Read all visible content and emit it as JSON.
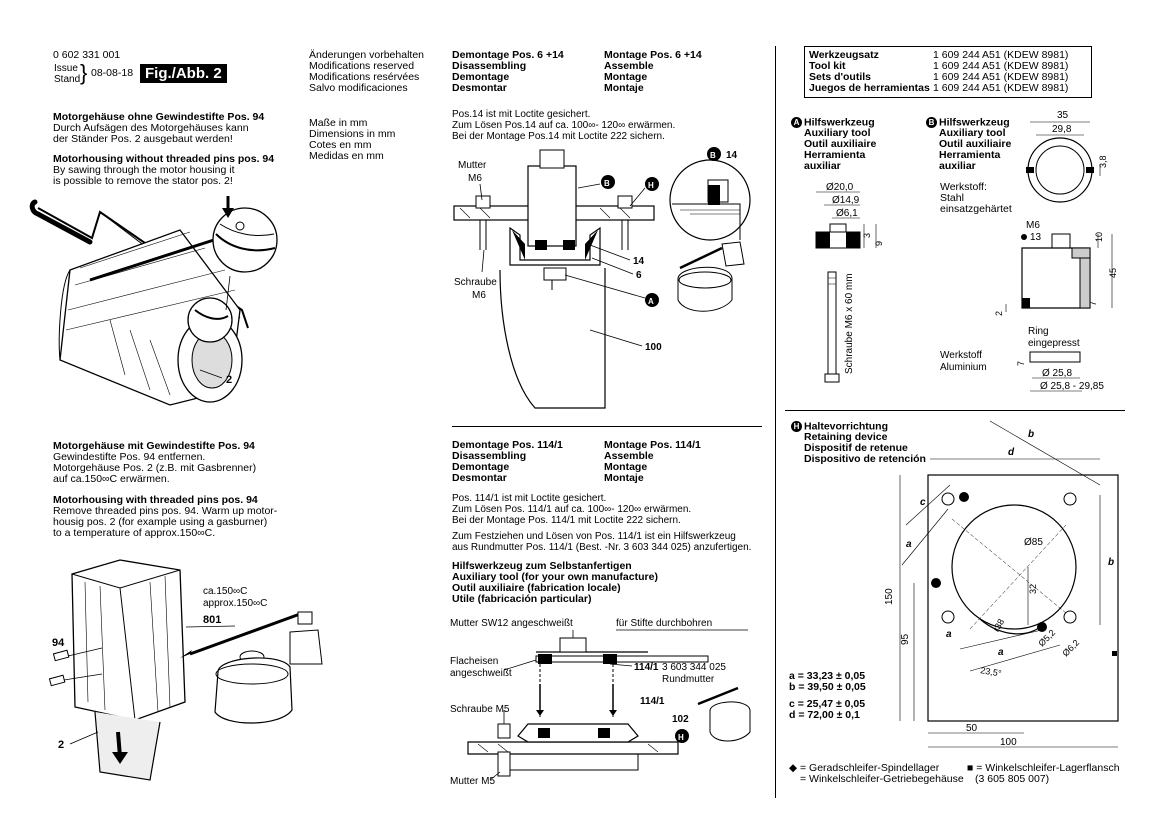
{
  "header": {
    "part_number": "0 602 331 001",
    "issue_label": "Issue",
    "stand_label": "Stand",
    "date": "08-08-18",
    "fig_label": "Fig./Abb. 2"
  },
  "notice": [
    "Änderungen vorbehalten",
    "Modifications reserved",
    "Modifications resérvées",
    "Salvo modificaciones"
  ],
  "units": [
    "Maße in mm",
    "Dimensions in mm",
    "Cotes en mm",
    "Medidas en mm"
  ],
  "col1": {
    "s1_title_de": "Motorgehäuse ohne Gewindestifte Pos. 94",
    "s1_text_de": [
      "Durch Aufsägen des Motorgehäuses kann",
      "der Ständer Pos. 2 ausgebaut werden!"
    ],
    "s1_title_en": "Motorhousing without threaded pins pos. 94",
    "s1_text_en": [
      "By sawing through the motor housing it",
      "is possible to remove the stator pos. 2!"
    ],
    "s2_title_de": "Motorgehäuse mit Gewindestifte Pos. 94",
    "s2_text_de": [
      "Gewindestifte Pos. 94 entfernen.",
      "Motorgehäuse Pos. 2 (z.B. mit Gasbrenner)",
      "auf ca.150∞C erwärmen."
    ],
    "s2_title_en": "Motorhousing with threaded pins pos. 94",
    "s2_text_en": [
      "Remove threaded pins pos. 94. Warm up motor-",
      "housig pos. 2 (for example using a gasburner)",
      "to a temperature of approx.150∞C."
    ],
    "fig1_label_2": "2",
    "fig2_temp": [
      "ca.150∞C",
      "approx.150∞C"
    ],
    "fig2_labels": {
      "p801": "801",
      "p94": "94",
      "p2": "2"
    }
  },
  "col2": {
    "demontage1": [
      "Demontage Pos. 6 +14",
      "Disassembling",
      "Demontage",
      "Desmontar"
    ],
    "montage1": [
      "Montage Pos. 6 +14",
      "Assemble",
      "Montage",
      "Montaje"
    ],
    "note1": [
      "Pos.14 ist mit Loctite gesichert.",
      "Zum Lösen Pos.14 auf ca. 100∞- 120∞ erwärmen.",
      "Bei der Montage Pos.14 mit Loctite 222 sichern."
    ],
    "fig_labels": {
      "mutter": "Mutter",
      "m6a": "M6",
      "schraube": "Schraube",
      "m6b": "M6",
      "b": "B",
      "h": "H",
      "a": "A",
      "p14": "14",
      "p6": "6",
      "p100": "100",
      "p14b": "14"
    },
    "demontage2": [
      "Demontage Pos. 114/1",
      "Disassembling",
      "Demontage",
      "Desmontar"
    ],
    "montage2": [
      "Montage Pos. 114/1",
      "Assemble",
      "Montage",
      "Montaje"
    ],
    "note2": [
      "Pos. 114/1 ist mit Loctite gesichert.",
      "Zum Lösen Pos. 114/1 auf ca. 100∞- 120∞ erwärmen.",
      "Bei der Montage Pos. 114/1 mit Loctite 222 sichern."
    ],
    "note3": [
      "Zum Festziehen und Lösen von Pos. 114/1 ist ein Hilfswerkzeug",
      "aus Rundmutter Pos. 114/1 (Best. -Nr. 3 603 344 025) anzufertigen."
    ],
    "aux_title": [
      "Hilfswerkzeug zum Selbstanfertigen",
      "Auxiliary tool (for your own manufacture)",
      "Outil auxiliaire (fabrication locale)",
      "Utile (fabricación particular)"
    ],
    "fig3_labels": {
      "mutter_sw12": "Mutter SW12 angeschweißt",
      "stifte": "für Stifte durchbohren",
      "flacheisen": "Flacheisen",
      "angeschweisst": "angeschweißt",
      "p1141": "114/1",
      "partno": "3 603 344 025",
      "rundmutter": "Rundmutter",
      "schraube_m5": "Schraube M5",
      "p1141b": "114/1",
      "p102": "102",
      "h": "H",
      "mutter_m5": "Mutter M5"
    }
  },
  "col3": {
    "kit": [
      {
        "label": "Werkzeugsatz",
        "value": "1 609 244 A51 (KDEW 8981)"
      },
      {
        "label": "Tool kit",
        "value": "1 609 244 A51 (KDEW 8981)"
      },
      {
        "label": "Sets d'outils",
        "value": "1 609 244 A51 (KDEW 8981)"
      },
      {
        "label": "Juegos de herramientas",
        "value": "1 609 244 A51 (KDEW 8981)"
      }
    ],
    "toolA": {
      "badge": "A",
      "lines": [
        "Hilfswerkzeug",
        "Auxiliary tool",
        "Outil auxiliaire",
        "Herramienta",
        "auxiliar"
      ],
      "dims": {
        "d20": "Ø20,0",
        "d149": "Ø14,9",
        "d61": "Ø6,1",
        "h3": "3",
        "h9": "9",
        "screw": "Schraube M6 x 60 mm"
      }
    },
    "toolB": {
      "badge": "B",
      "lines": [
        "Hilfswerkzeug",
        "Auxiliary tool",
        "Outil auxiliaire",
        "Herramienta",
        "auxiliar"
      ],
      "material": [
        "Werkstoff:",
        "Stahl",
        "einsatzgehärtet"
      ],
      "dims": {
        "d35": "35",
        "d298": "29,8",
        "d38": "3,8",
        "m6": "M6",
        "d13": "13",
        "h10": "10",
        "h45": "45",
        "h2": "2",
        "h7": "7"
      },
      "ring": [
        "Ring",
        "eingepresst"
      ],
      "material2": [
        "Werkstoff",
        "Aluminium"
      ],
      "ring_dims": {
        "h7": "7",
        "d258": "Ø 25,8",
        "d258r": "Ø 25,8 - 29,85"
      }
    },
    "toolH": {
      "badge": "H",
      "lines": [
        "Haltevorrichtung",
        "Retaining device",
        "Dispositif de retenue",
        "Dispositivo de retención"
      ],
      "dims": {
        "b1": "b",
        "d": "d",
        "c": "c",
        "a1": "a",
        "d85": "Ø85",
        "b2": "b",
        "h32": "32",
        "r38": "r38",
        "a2": "a",
        "a3": "a",
        "d52": "Ø5,2",
        "d62": "Ø6,2",
        "ang": "23,5°",
        "h150": "150",
        "h95": "95",
        "w50": "50",
        "w100": "100"
      },
      "legend": [
        "a = 33,23 ± 0,05",
        "b = 39,50 ± 0,05",
        "c = 25,47 ± 0,05",
        "d = 72,00 ± 0,1"
      ]
    },
    "footnotes": [
      "◆ = Geradschleifer-Spindellager",
      "= Winkelschleifer-Getriebegehäuse",
      "■ = Winkelschleifer-Lagerflansch",
      "(3 605 805 007)"
    ]
  }
}
